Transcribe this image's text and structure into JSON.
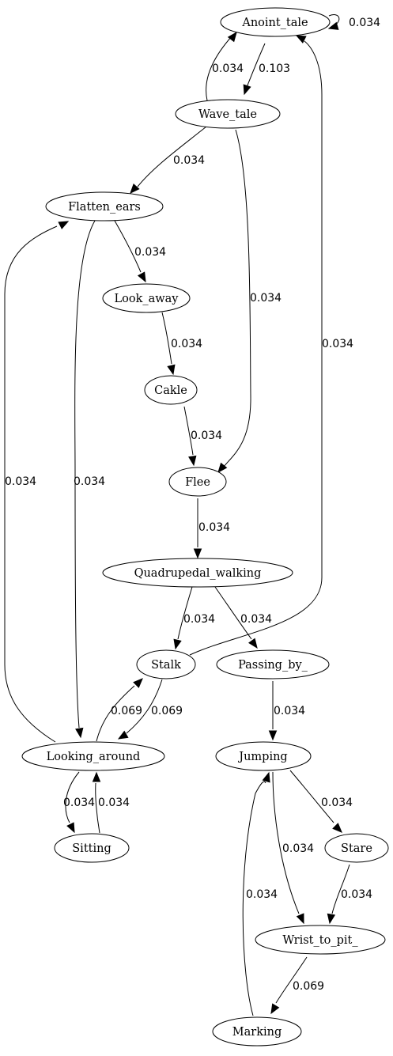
{
  "nodes": [
    {
      "id": "anoint",
      "label": "Anoint_tale"
    },
    {
      "id": "wave",
      "label": "Wave_tale"
    },
    {
      "id": "flatten",
      "label": "Flatten_ears"
    },
    {
      "id": "lookaway",
      "label": "Look_away"
    },
    {
      "id": "cakle",
      "label": "Cakle"
    },
    {
      "id": "flee",
      "label": "Flee"
    },
    {
      "id": "quad",
      "label": "Quadrupedal_walking"
    },
    {
      "id": "stalk",
      "label": "Stalk"
    },
    {
      "id": "passing",
      "label": "Passing_by_"
    },
    {
      "id": "looking",
      "label": "Looking_around"
    },
    {
      "id": "jumping",
      "label": "Jumping"
    },
    {
      "id": "sitting",
      "label": "Sitting"
    },
    {
      "id": "stare",
      "label": "Stare"
    },
    {
      "id": "wrist",
      "label": "Wrist_to_pit_"
    },
    {
      "id": "marking",
      "label": "Marking"
    }
  ],
  "edges": [
    {
      "id": "e-anoint-anoint",
      "from": "anoint",
      "to": "anoint",
      "label": "0.034"
    },
    {
      "id": "e-anoint-wave",
      "from": "anoint",
      "to": "wave",
      "label": "0.103"
    },
    {
      "id": "e-wave-anoint",
      "from": "wave",
      "to": "anoint",
      "label": "0.034"
    },
    {
      "id": "e-wave-flatten",
      "from": "wave",
      "to": "flatten",
      "label": "0.034"
    },
    {
      "id": "e-wave-flee",
      "from": "wave",
      "to": "flee",
      "label": "0.034"
    },
    {
      "id": "e-flatten-lookaway",
      "from": "flatten",
      "to": "lookaway",
      "label": "0.034"
    },
    {
      "id": "e-flatten-looking",
      "from": "flatten",
      "to": "looking",
      "label": "0.034"
    },
    {
      "id": "e-looking-flatten",
      "from": "looking",
      "to": "flatten",
      "label": "0.034"
    },
    {
      "id": "e-lookaway-cakle",
      "from": "lookaway",
      "to": "cakle",
      "label": "0.034"
    },
    {
      "id": "e-cakle-flee",
      "from": "cakle",
      "to": "flee",
      "label": "0.034"
    },
    {
      "id": "e-flee-quad",
      "from": "flee",
      "to": "quad",
      "label": "0.034"
    },
    {
      "id": "e-quad-stalk",
      "from": "quad",
      "to": "stalk",
      "label": "0.034"
    },
    {
      "id": "e-quad-passing",
      "from": "quad",
      "to": "passing",
      "label": "0.034"
    },
    {
      "id": "e-stalk-anoint",
      "from": "stalk",
      "to": "anoint",
      "label": "0.034"
    },
    {
      "id": "e-looking-stalk",
      "from": "looking",
      "to": "stalk",
      "label": "0.069"
    },
    {
      "id": "e-stalk-looking",
      "from": "stalk",
      "to": "looking",
      "label": "0.069"
    },
    {
      "id": "e-looking-sitting",
      "from": "looking",
      "to": "sitting",
      "label": "0.034"
    },
    {
      "id": "e-sitting-looking",
      "from": "sitting",
      "to": "looking",
      "label": "0.034"
    },
    {
      "id": "e-passing-jumping",
      "from": "passing",
      "to": "jumping",
      "label": "0.034"
    },
    {
      "id": "e-jumping-stare",
      "from": "jumping",
      "to": "stare",
      "label": "0.034"
    },
    {
      "id": "e-jumping-wrist",
      "from": "jumping",
      "to": "wrist",
      "label": "0.034"
    },
    {
      "id": "e-stare-wrist",
      "from": "stare",
      "to": "wrist",
      "label": "0.034"
    },
    {
      "id": "e-wrist-marking",
      "from": "wrist",
      "to": "marking",
      "label": "0.069"
    },
    {
      "id": "e-marking-jumping",
      "from": "marking",
      "to": "jumping",
      "label": "0.034"
    }
  ]
}
